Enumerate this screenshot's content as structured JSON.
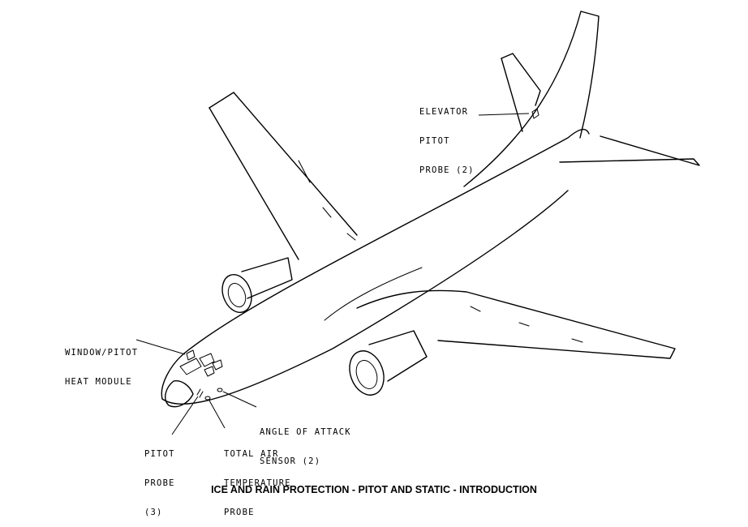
{
  "labels": {
    "elevator_pitot": [
      "ELEVATOR",
      "PITOT",
      "PROBE (2)"
    ],
    "window_pitot": [
      "WINDOW/PITOT",
      "HEAT MODULE"
    ],
    "aoa_sensor": [
      "ANGLE OF ATTACK",
      "SENSOR (2)"
    ],
    "pitot_probe": [
      "PITOT",
      "PROBE",
      "(3)"
    ],
    "tat_probe": [
      "TOTAL AIR",
      "TEMPERATURE",
      "PROBE"
    ]
  },
  "caption": "ICE AND RAIN PROTECTION - PITOT AND STATIC - INTRODUCTION"
}
